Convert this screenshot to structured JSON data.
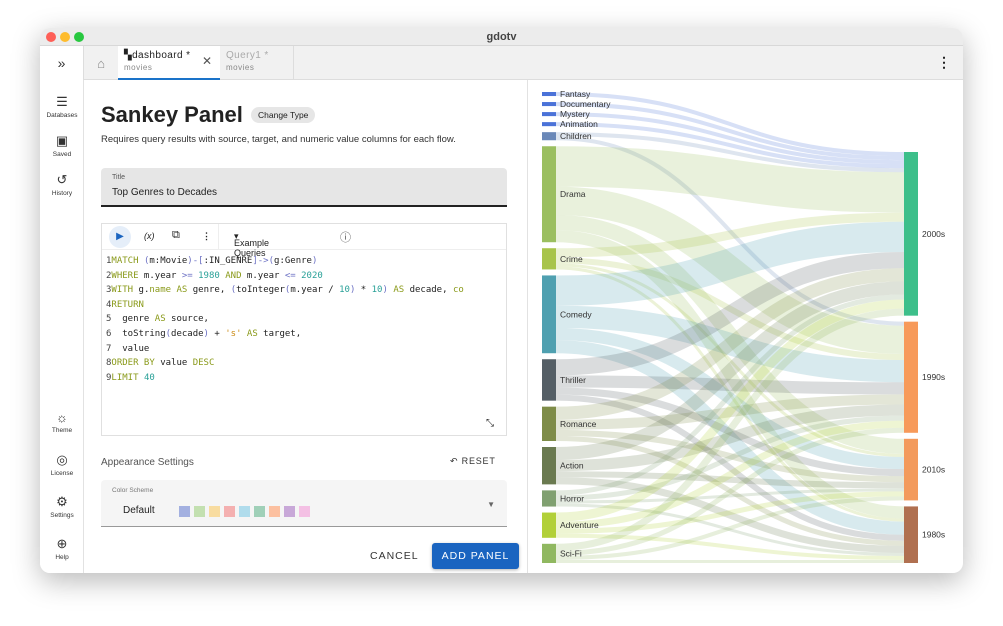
{
  "window": {
    "title": "gdotv"
  },
  "tabs": [
    {
      "label": "dashboard *",
      "sub": "movies"
    },
    {
      "label": "Query1 *",
      "sub": "movies"
    }
  ],
  "sidebar": {
    "top": [
      {
        "label": "Databases",
        "icon": "database-icon"
      },
      {
        "label": "Saved",
        "icon": "save-icon"
      },
      {
        "label": "History",
        "icon": "history-icon"
      }
    ],
    "bottom": [
      {
        "label": "Theme",
        "icon": "sun-icon"
      },
      {
        "label": "License",
        "icon": "badge-icon"
      },
      {
        "label": "Settings",
        "icon": "gear-icon"
      },
      {
        "label": "Help",
        "icon": "lifebuoy-icon"
      }
    ]
  },
  "panel": {
    "title": "Sankey Panel",
    "change_type": "Change Type",
    "description": "Requires query results with source, target, and numeric value columns for each flow.",
    "title_field": {
      "label": "Title",
      "value": "Top Genres to Decades"
    },
    "editor": {
      "params": "(x)",
      "examples": "Example Queries"
    },
    "appearance": "Appearance Settings",
    "reset": "RESET",
    "color_scheme": {
      "label": "Color Scheme",
      "value": "Default",
      "swatches": [
        "#a3b0e0",
        "#c3e0b0",
        "#f8dca0",
        "#f4b0b0",
        "#b0dcec",
        "#a0d0b8",
        "#fcc0a0",
        "#c8a8d8",
        "#f4c0e4"
      ]
    },
    "cancel": "CANCEL",
    "add": "ADD PANEL"
  },
  "chart_data": {
    "type": "sankey",
    "sources": [
      {
        "name": "Fantasy",
        "color": "#4a72d8"
      },
      {
        "name": "Documentary",
        "color": "#4a72d8"
      },
      {
        "name": "Mystery",
        "color": "#4a72d8"
      },
      {
        "name": "Animation",
        "color": "#4a72d8"
      },
      {
        "name": "Children",
        "color": "#6a88b8"
      },
      {
        "name": "Drama",
        "color": "#9bbf60"
      },
      {
        "name": "Crime",
        "color": "#a8c44a"
      },
      {
        "name": "Comedy",
        "color": "#4fa0b0"
      },
      {
        "name": "Thriller",
        "color": "#555f66"
      },
      {
        "name": "Romance",
        "color": "#7e8c48"
      },
      {
        "name": "Action",
        "color": "#6a7a50"
      },
      {
        "name": "Horror",
        "color": "#80a070"
      },
      {
        "name": "Adventure",
        "color": "#b2d038"
      },
      {
        "name": "Sci-Fi",
        "color": "#90b860"
      }
    ],
    "targets": [
      {
        "name": "2000s",
        "color": "#3dbf8a"
      },
      {
        "name": "1990s",
        "color": "#f79a5a"
      },
      {
        "name": "2010s",
        "color": "#f39a5c"
      },
      {
        "name": "1980s",
        "color": "#b07050"
      }
    ],
    "values": [
      [
        4,
        0,
        0,
        0
      ],
      [
        4,
        0,
        0,
        0
      ],
      [
        4,
        0,
        0,
        0
      ],
      [
        4,
        0,
        0,
        0
      ],
      [
        4,
        4,
        0,
        0
      ],
      [
        40,
        28,
        15,
        12
      ],
      [
        9,
        6,
        3,
        3
      ],
      [
        30,
        22,
        12,
        13
      ],
      [
        16,
        12,
        7,
        6
      ],
      [
        13,
        10,
        6,
        5
      ],
      [
        13,
        11,
        6,
        7
      ],
      [
        5,
        5,
        3,
        3
      ],
      [
        9,
        7,
        5,
        4
      ],
      [
        7,
        5,
        4,
        3
      ]
    ]
  }
}
